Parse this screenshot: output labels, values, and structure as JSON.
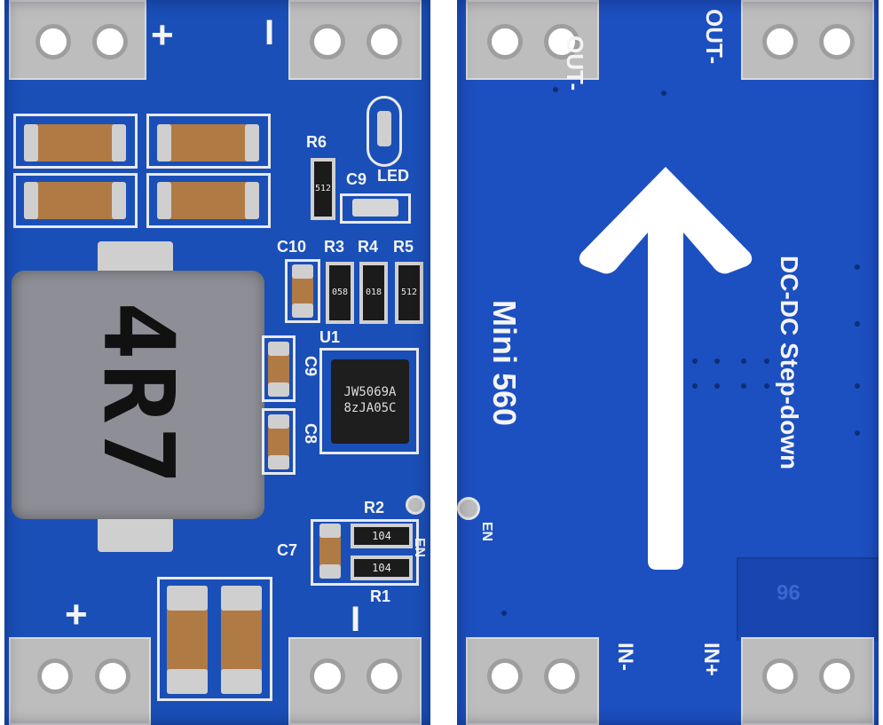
{
  "front": {
    "labels": {
      "plus_top": "+",
      "minus_top": "I",
      "r6": "R6",
      "led": "LED",
      "c9_top": "C9",
      "c10": "C10",
      "r3": "R3",
      "r4": "R4",
      "r5": "R5",
      "u1": "U1",
      "c9_side": "C9",
      "c8": "C8",
      "r2": "R2",
      "c7": "C7",
      "r1": "R1",
      "en_side": "EN",
      "plus_bottom": "+",
      "minus_bottom": "I"
    },
    "inductor_marking": "4R7",
    "chip_line1": "JW5069A",
    "chip_line2": "8zJA05C",
    "res_codes": {
      "r6": "512",
      "r3": "058",
      "r4": "018",
      "r5": "512",
      "r2": "104",
      "r1": "104"
    }
  },
  "back": {
    "labels": {
      "out_minus_left": "OUT-",
      "out_minus_right": "OUT-",
      "title_vertical": "Mini 560",
      "subtitle_vertical": "DC-DC Step-down",
      "en": "EN",
      "in_minus": "IN-",
      "in_plus": "IN+"
    },
    "marking": "96"
  },
  "colors": {
    "board_blue": "#1a4fb8",
    "pad_gray": "#bdbdbd",
    "silk_white": "#f4f4f4",
    "capacitor_tan": "#b07a45",
    "inductor_gray": "#8e8e96"
  }
}
